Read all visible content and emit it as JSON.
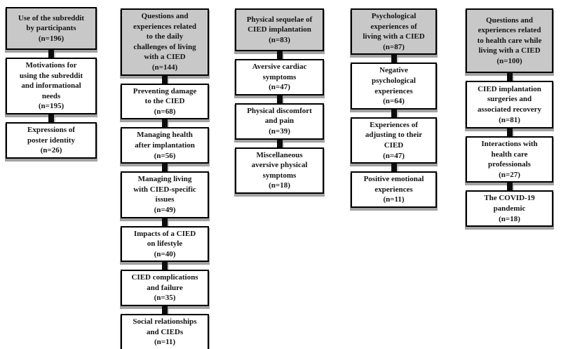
{
  "figure": {
    "description_visible_text_only": "Thematic map of five theme columns with subtheme boxes",
    "colors": {
      "header_fill": "#c8c8c8",
      "box_fill": "#ffffff",
      "border": "#000000",
      "shadow": "#a3a3a3",
      "connector": "#0d0d0d"
    }
  },
  "columns": [
    {
      "header": {
        "label": "Use of the subreddit\nby participants",
        "count": "(n=196)"
      },
      "boxes": [
        {
          "label": "Motivations for\nusing the subreddit\nand informational\nneeds",
          "count": "(n=195)"
        },
        {
          "label": "Expressions of\nposter identity",
          "count": "(n=26)"
        }
      ]
    },
    {
      "header": {
        "label": "Questions and\nexperiences related\nto the daily\nchallenges of living\nwith a CIED",
        "count": "(n=144)"
      },
      "boxes": [
        {
          "label": "Preventing damage\nto the CIED",
          "count": "(n=68)"
        },
        {
          "label": "Managing health\nafter implantation",
          "count": "(n=56)"
        },
        {
          "label": "Managing living\nwith CIED-specific\nissues",
          "count": "(n=49)"
        },
        {
          "label": "Impacts of a CIED\non lifestyle",
          "count": "(n=40)"
        },
        {
          "label": "CIED complications\nand failure",
          "count": "(n=35)"
        },
        {
          "label": "Social relationships\nand CIEDs",
          "count": "(n=11)"
        }
      ]
    },
    {
      "header": {
        "label": "Physical sequelae of\nCIED implantation",
        "count": "(n=83)"
      },
      "boxes": [
        {
          "label": "Aversive cardiac\nsymptoms",
          "count": "(n=47)"
        },
        {
          "label": "Physical discomfort\nand pain",
          "count": "(n=39)"
        },
        {
          "label": "Miscellaneous\naversive physical\nsymptoms",
          "count": "(n=18)"
        }
      ]
    },
    {
      "header": {
        "label": "Psychological\nexperiences of\nliving with a CIED",
        "count": "(n=87)"
      },
      "boxes": [
        {
          "label": "Negative\npsychological\nexperiences",
          "count": "(n=64)"
        },
        {
          "label": "Experiences of\nadjusting to their\nCIED",
          "count": "(n=47)"
        },
        {
          "label": "Positive emotional\nexperiences",
          "count": "(n=11)"
        }
      ]
    },
    {
      "header": {
        "label": "Questions and\nexperiences related\nto health care while\nliving with a CIED",
        "count": "(n=100)"
      },
      "boxes": [
        {
          "label": "CIED implantation\nsurgeries and\nassociated recovery",
          "count": "(n=81)"
        },
        {
          "label": "Interactions with\nhealth care\nprofessionals",
          "count": "(n=27)"
        },
        {
          "label": "The COVID-19\npandemic",
          "count": "(n=18)"
        }
      ]
    }
  ]
}
